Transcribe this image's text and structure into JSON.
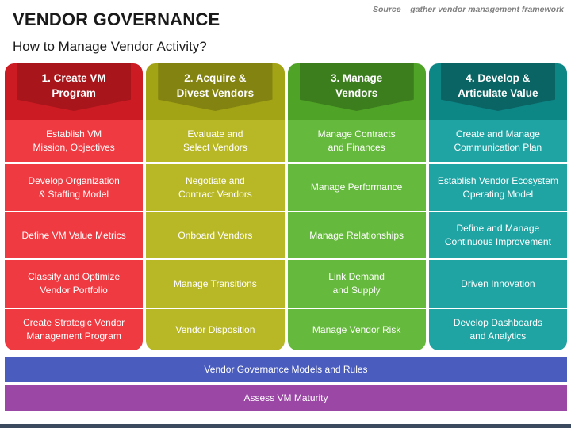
{
  "header": {
    "title": "VENDOR GOVERNANCE",
    "subtitle": "How to Manage Vendor Activity?",
    "source": "Source – gather vendor management framework"
  },
  "colors": {
    "col1_body": "#ef3a41",
    "col1_head": "#cc1b22",
    "col1_chevron": "#a8151b",
    "col1_border": "#d8d8d8",
    "col2_body": "#b8b826",
    "col2_head": "#a3a316",
    "col2_chevron": "#838311",
    "col3_body": "#65b93c",
    "col3_head": "#4fa326",
    "col3_chevron": "#3c7d1d",
    "col4_body": "#1fa3a3",
    "col4_head": "#0d8686",
    "col4_chevron": "#0b6464",
    "bar1": "#4a5dbf",
    "bar2": "#9b47a6"
  },
  "columns": [
    {
      "heading": "1. Create VM\nProgram",
      "items": [
        "Establish VM\nMission, Objectives",
        "Develop Organization\n& Staffing Model",
        "Define VM Value Metrics",
        "Classify and Optimize\nVendor Portfolio",
        "Create Strategic Vendor\nManagement Program"
      ]
    },
    {
      "heading": "2. Acquire &\nDivest Vendors",
      "items": [
        "Evaluate and\nSelect Vendors",
        "Negotiate and\nContract Vendors",
        "Onboard Vendors",
        "Manage Transitions",
        "Vendor Disposition"
      ]
    },
    {
      "heading": "3. Manage\nVendors",
      "items": [
        "Manage Contracts\nand Finances",
        "Manage Performance",
        "Manage Relationships",
        "Link Demand\nand Supply",
        "Manage Vendor Risk"
      ]
    },
    {
      "heading": "4. Develop &\nArticulate Value",
      "items": [
        "Create and Manage\nCommunication Plan",
        "Establish Vendor Ecosystem\nOperating Model",
        "Define and Manage\nContinuous Improvement",
        "Driven Innovation",
        "Develop Dashboards\nand Analytics"
      ]
    }
  ],
  "bars": {
    "governance": "Vendor Governance Models and Rules",
    "maturity": "Assess VM Maturity"
  }
}
